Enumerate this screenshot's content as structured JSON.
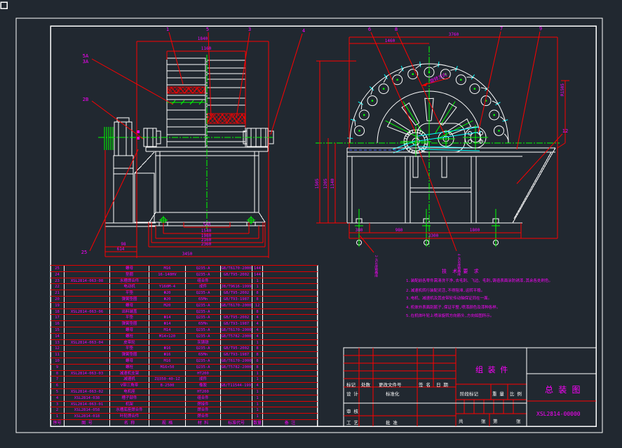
{
  "lv": {
    "d1840": "1840",
    "d1160": "1160",
    "d540": "540",
    "d1540": "1540",
    "d1980": "1980",
    "d2160": "2160",
    "d2360": "2360",
    "d98": "98",
    "d614": "614",
    "d3450": "3450",
    "b5A": "5A",
    "b3A": "3A",
    "b2B": "2B",
    "b25": "25",
    "b1": "1",
    "b5": "5",
    "b3": "3",
    "b4": "4"
  },
  "rv": {
    "d3760": "3760",
    "d1460": "1460",
    "d1505": "1505",
    "d1205": "1205",
    "d1140": "1140",
    "dR1505": "R1505",
    "d380": "380",
    "d980": "980",
    "d1800": "1800",
    "d3300": "3300",
    "b6": "6",
    "b8": "8",
    "b7": "7",
    "b9": "9",
    "b12": "12",
    "rot": "旋转方向",
    "anchor1": "2-M24地脚螺栓",
    "anchor2": "4-M20地脚螺栓"
  },
  "notes": {
    "title": "技 术 要 求",
    "l1": "1.装配前各零件需清洗干净,去毛刺、飞边、毛刺,铸造表面涂防锈漆,其余各处刷色。",
    "l2": "2.减速机转行装配灵活,不得阻滞,运转平稳。",
    "l3": "3.电机、减速机及其皮带轮传动轴保证同在一面。",
    "l4": "4.机体外表面刮腻子,保证平整,喷漆颜色及漆种各样。",
    "l5": "5.在机体叶轮上喷涂旋转方向箭头,方向如图所示。"
  },
  "table": {
    "headers": [
      "序号",
      "图 号",
      "名 称",
      "规 格",
      "材 料",
      "标准代号",
      "数量",
      "备 注"
    ],
    "rows": [
      [
        "25",
        "",
        "螺母",
        "M16",
        "Q235-A",
        "GB/T6170-2000",
        "144",
        ""
      ],
      [
        "24",
        "",
        "垫圈",
        "16-140HV",
        "Q235-A",
        "GB/T95-2002",
        "144",
        ""
      ],
      [
        "23",
        "XSL2814-063-08",
        "水槽焊合件",
        "",
        "组合件",
        "",
        "1",
        ""
      ],
      [
        "22",
        "",
        "电动机",
        "Y160M-4",
        "成件",
        "JB/T9616-1999",
        "1",
        ""
      ],
      [
        "21",
        "",
        "平垫",
        "Φ20",
        "Q235-A",
        "GB/T95-2002",
        "8",
        ""
      ],
      [
        "20",
        "",
        "弹簧垫圈",
        "Φ20",
        "65Mn",
        "GB/T93-1987",
        "8",
        ""
      ],
      [
        "19",
        "",
        "螺母",
        "M20",
        "Q235-A",
        "GB/T6170-2000",
        "12",
        ""
      ],
      [
        "18",
        "XSL2814-063-06",
        "出料端盖",
        "",
        "Q235-A",
        "",
        "8",
        ""
      ],
      [
        "17",
        "",
        "平垫",
        "Φ14",
        "Q235-A",
        "GB/T95-2002",
        "4",
        ""
      ],
      [
        "16",
        "",
        "弹簧垫圈",
        "Φ14",
        "65Mn",
        "GB/T93-1987",
        "4",
        ""
      ],
      [
        "15",
        "",
        "螺母",
        "M14",
        "Q235-A",
        "GB/T6170-2000",
        "4",
        ""
      ],
      [
        "14",
        "",
        "螺栓",
        "M14×120",
        "Q235-A",
        "GB/T5782-2000",
        "4",
        ""
      ],
      [
        "13",
        "XSL2814-063-04",
        "皮带轮",
        "",
        "灰铸铁",
        "",
        "1",
        ""
      ],
      [
        "12",
        "",
        "平垫",
        "Φ16",
        "Q235-A",
        "GB/T95-2002",
        "8",
        ""
      ],
      [
        "11",
        "",
        "弹簧垫圈",
        "Φ16",
        "65Mn",
        "GB/T93-1987",
        "8",
        ""
      ],
      [
        "10",
        "",
        "螺母",
        "M16",
        "Q235-A",
        "GB/T6170-2000",
        "8",
        ""
      ],
      [
        "9",
        "",
        "螺栓",
        "M16×50",
        "Q235-A",
        "GB/T5782-2000",
        "8",
        ""
      ],
      [
        "8",
        "XSL2814-063-03",
        "减速机支架",
        "",
        "HT200",
        "",
        "1",
        ""
      ],
      [
        "7",
        "",
        "减速机",
        "ZQ350-40-1Z",
        "成件",
        "",
        "1",
        ""
      ],
      [
        "6",
        "",
        "V带三角带",
        "B-2500",
        "橡胶",
        "GB/T11544-1997",
        "4",
        ""
      ],
      [
        "5",
        "XSL2814-063-02",
        "电机座",
        "",
        "HT200",
        "",
        "1",
        ""
      ],
      [
        "4",
        "XSL2814-038",
        "槽子部件",
        "",
        "组合件",
        "",
        "1",
        ""
      ],
      [
        "3",
        "XSL2814-063-01",
        "机架",
        "",
        "焊接件",
        "",
        "1",
        ""
      ],
      [
        "2",
        "XSL2814-058",
        "水槽底座焊合件",
        "",
        "焊合件",
        "",
        "1",
        ""
      ],
      [
        "1",
        "XSL2814-018",
        "叶轮焊合件",
        "",
        "焊合件",
        "",
        "1",
        ""
      ]
    ]
  },
  "tb": {
    "biaoji": "标记",
    "chushu": "处数",
    "wenjian": "更改文件号",
    "qianming": "签 名",
    "riqi": "日 期",
    "sheji": "设 计",
    "biaozhunhua": "标准化",
    "shenhe": "审 核",
    "gongyi": "工 艺",
    "pizhun": "批 准",
    "jieduan": "阶段标记",
    "zhongliang": "重 量",
    "bili": "比 例",
    "gong": "共",
    "zhang": "张",
    "di": "第",
    "part_name": "组 装 件",
    "drawing_name": "总 装 图",
    "drawing_no": "XSL2814-00000"
  }
}
